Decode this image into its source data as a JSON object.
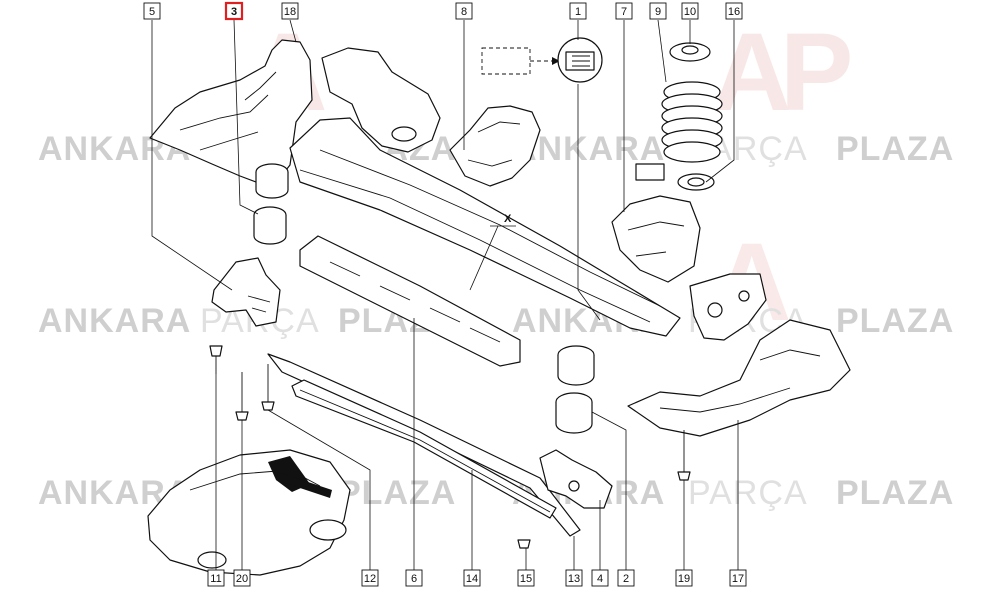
{
  "watermark": {
    "word1": "ANKARA",
    "word2": "PARÇA",
    "word3": "PLAZA",
    "logo": "AP",
    "color_dark": "#c9c9c9",
    "color_light": "#e2e2e2",
    "logo_color": "#f4d4d4"
  },
  "diagram": {
    "detail_label": "X",
    "highlight_color": "#e02020"
  },
  "callouts": [
    {
      "id": "c5",
      "label": "5"
    },
    {
      "id": "c3",
      "label": "3"
    },
    {
      "id": "c18",
      "label": "18"
    },
    {
      "id": "c8",
      "label": "8"
    },
    {
      "id": "c1",
      "label": "1"
    },
    {
      "id": "c7",
      "label": "7"
    },
    {
      "id": "c9",
      "label": "9"
    },
    {
      "id": "c10",
      "label": "10"
    },
    {
      "id": "c16",
      "label": "16"
    },
    {
      "id": "c11",
      "label": "11"
    },
    {
      "id": "c20",
      "label": "20"
    },
    {
      "id": "c12",
      "label": "12"
    },
    {
      "id": "c6",
      "label": "6"
    },
    {
      "id": "c14",
      "label": "14"
    },
    {
      "id": "c15",
      "label": "15"
    },
    {
      "id": "c13",
      "label": "13"
    },
    {
      "id": "c4",
      "label": "4"
    },
    {
      "id": "c2",
      "label": "2"
    },
    {
      "id": "c19",
      "label": "19"
    },
    {
      "id": "c17",
      "label": "17"
    }
  ]
}
